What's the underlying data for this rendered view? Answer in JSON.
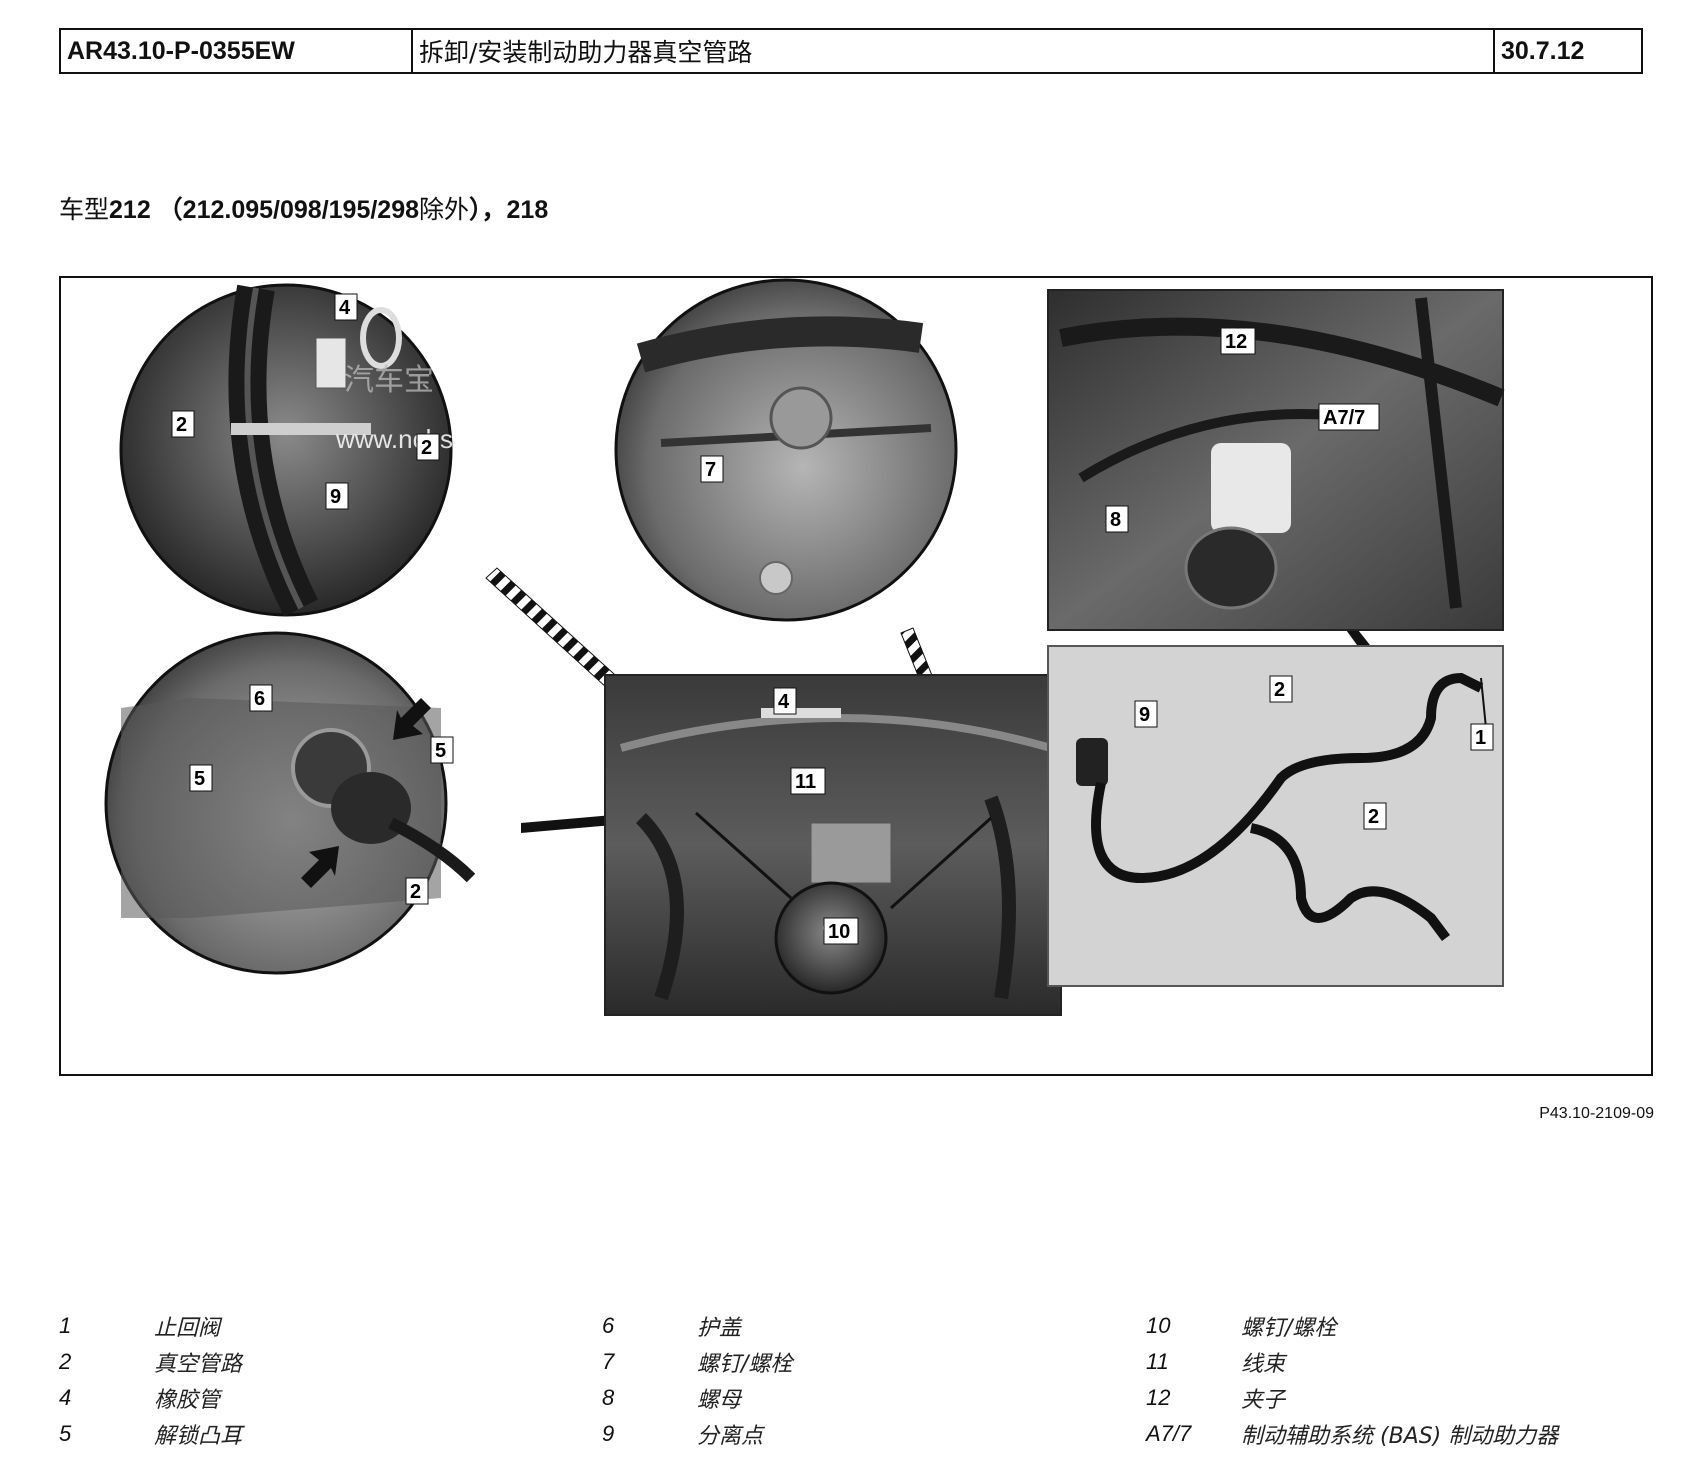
{
  "header": {
    "code": "AR43.10-P-0355EW",
    "title": "拆卸/安装制动助力器真空管路",
    "date": "30.7.12"
  },
  "models": {
    "prefix": "车型",
    "models_a": "212 （212.095/098/195/298",
    "except": "除外",
    "models_b": "），218"
  },
  "figure": {
    "reference": "P43.10-2109-09",
    "watermark": "汽车宝",
    "watermark_url": "www.ncbsd.com",
    "callouts": {
      "c2a": "2",
      "c2b": "2",
      "c4a": "4",
      "c9a": "9",
      "c7": "7",
      "c6": "6",
      "c5a": "5",
      "c5b": "5",
      "c2c": "2",
      "c4b": "4",
      "c11": "11",
      "c10": "10",
      "c12": "12",
      "c8": "8",
      "a77": "A7/7",
      "c9b": "9",
      "c2d": "2",
      "c1": "1",
      "c2e": "2"
    }
  },
  "legend": {
    "columns": [
      [
        {
          "num": "1",
          "text": "止回阀"
        },
        {
          "num": "2",
          "text": "真空管路"
        },
        {
          "num": "4",
          "text": "橡胶管"
        },
        {
          "num": "5",
          "text": "解锁凸耳"
        }
      ],
      [
        {
          "num": "6",
          "text": "护盖"
        },
        {
          "num": "7",
          "text": "螺钉/螺栓"
        },
        {
          "num": "8",
          "text": "螺母"
        },
        {
          "num": "9",
          "text": "分离点"
        }
      ],
      [
        {
          "num": "10",
          "text": "螺钉/螺栓"
        },
        {
          "num": "11",
          "text": "线束"
        },
        {
          "num": "12",
          "text": "夹子"
        },
        {
          "num": "A7/7",
          "text": "制动辅助系统 (BAS) 制动助力器"
        }
      ]
    ]
  }
}
